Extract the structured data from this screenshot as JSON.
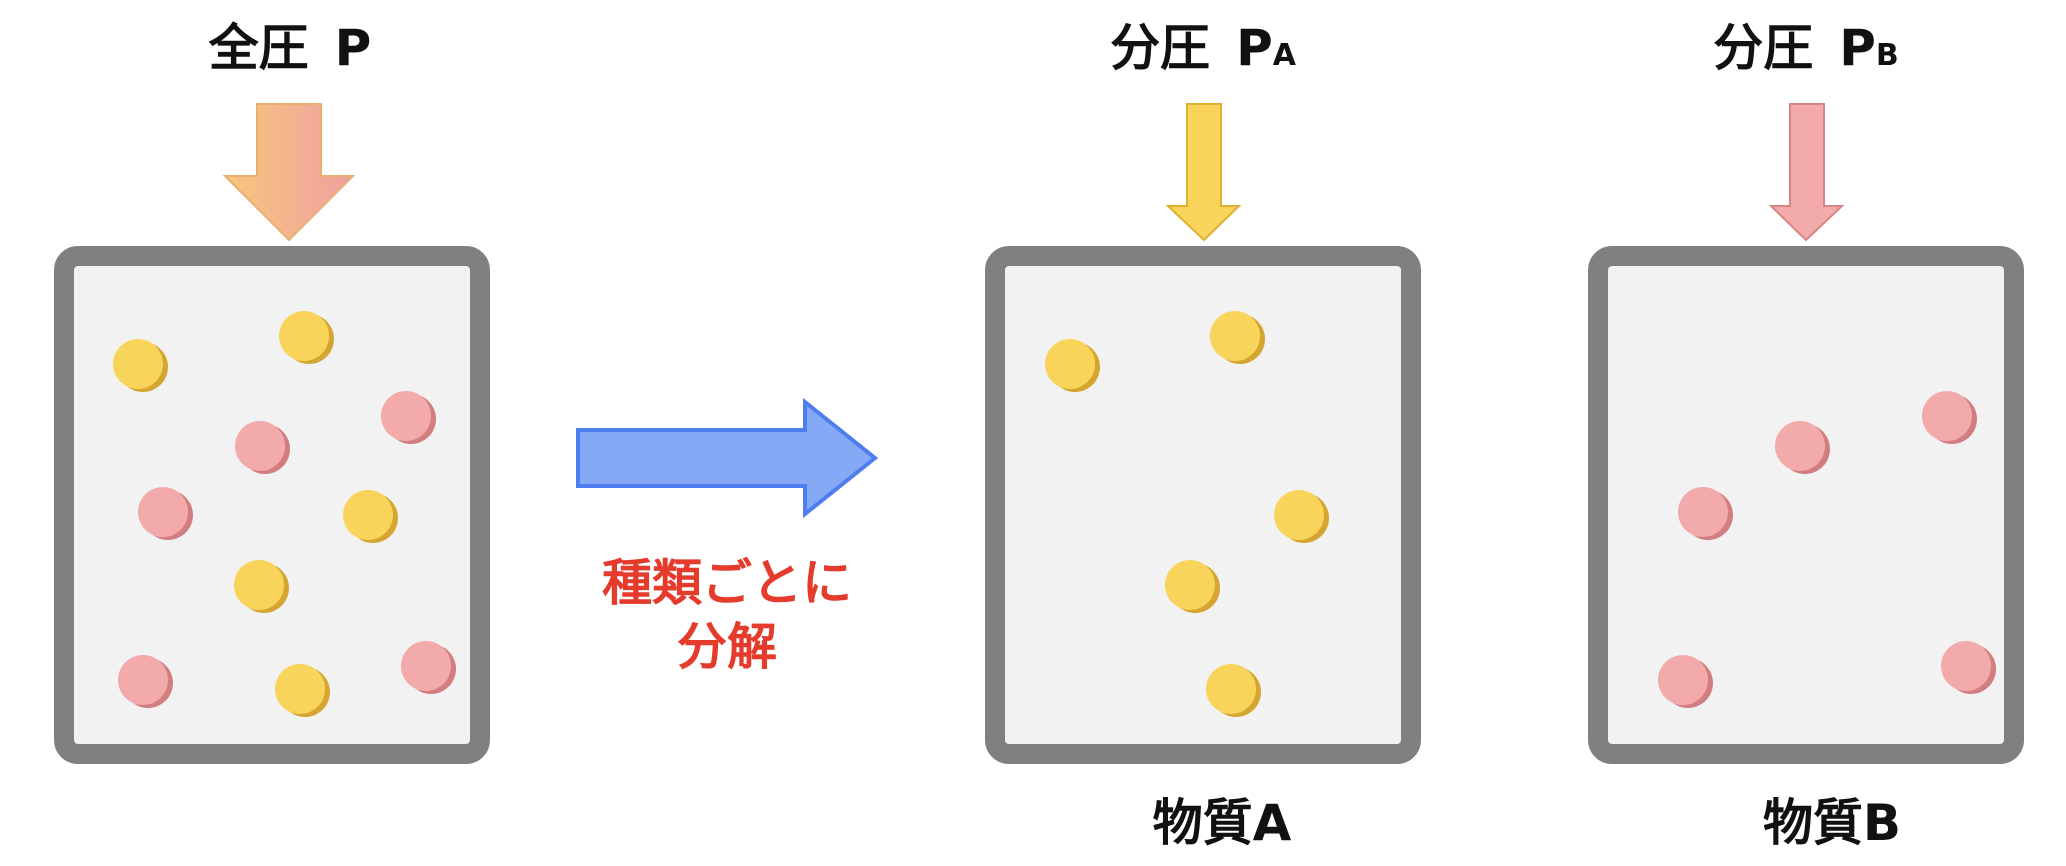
{
  "labels": {
    "total_pressure_main": "全圧",
    "total_pressure_symbol": "P",
    "partial_a_main": "分圧",
    "partial_a_symbol": "P",
    "partial_a_subscript": "A",
    "partial_b_main": "分圧",
    "partial_b_symbol": "P",
    "partial_b_subscript": "B",
    "decompose_line1": "種類ごとに",
    "decompose_line2": "分解",
    "substance_a": "物質A",
    "substance_b": "物質B"
  },
  "colors": {
    "container_border": "#808080",
    "container_fill": "#f2f2f2",
    "particle_a": "#f8d45a",
    "particle_a_shadow": "#d4a630",
    "particle_b": "#f2aaaa",
    "particle_b_shadow": "#d27e80",
    "arrow_blue_fill": "#85a9f5",
    "arrow_blue_stroke": "#4e7df0",
    "arrow_yellow_fill": "#f8d45a",
    "arrow_yellow_stroke": "#e0b030",
    "arrow_pink_fill": "#f2aaaa",
    "arrow_pink_stroke": "#d98484",
    "decompose_text": "#e53b2c",
    "label_text": "#111111"
  }
}
